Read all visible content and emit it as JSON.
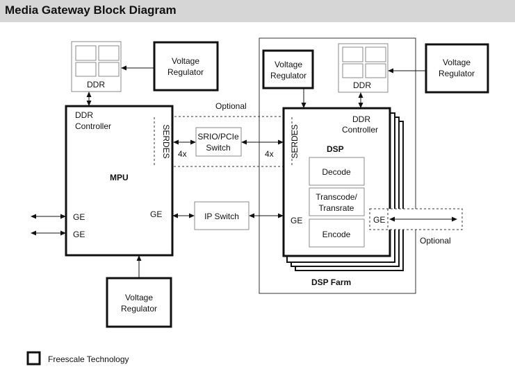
{
  "title": "Media Gateway Block Diagram",
  "ddr": "DDR",
  "voltage_regulator": [
    "Voltage",
    "Regulator"
  ],
  "optional": "Optional",
  "mpu": {
    "name": "MPU",
    "ddr_controller": [
      "DDR",
      "Controller"
    ],
    "serdes": "SERDES",
    "ge": "GE"
  },
  "switches": {
    "srio": [
      "SRIO/PCIe",
      "Switch"
    ],
    "ip": "IP Switch",
    "lane_width": "4x"
  },
  "dsp": {
    "name": "DSP",
    "ddr_controller": [
      "DDR",
      "Controller"
    ],
    "serdes": "SERDES",
    "ge": "GE",
    "decode": "Decode",
    "transcode": [
      "Transcode/",
      "Transrate"
    ],
    "encode": "Encode",
    "farm": "DSP Farm"
  },
  "legend": "Freescale Technology"
}
